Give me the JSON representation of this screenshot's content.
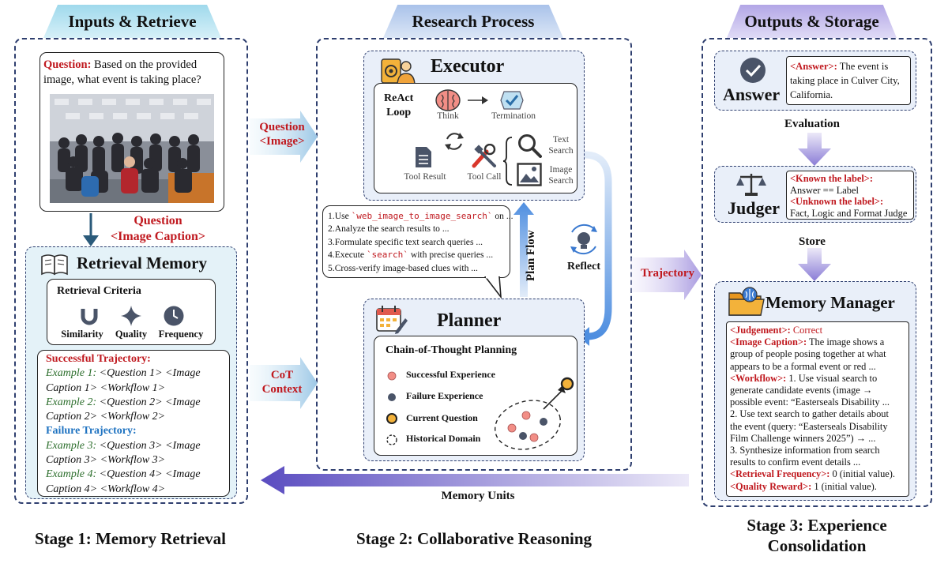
{
  "tabs": {
    "inputs": "Inputs & Retrieve",
    "research": "Research Process",
    "outputs": "Outputs & Storage"
  },
  "stages": {
    "s1": "Stage 1: Memory Retrieval",
    "s2": "Stage 2: Collaborative Reasoning",
    "s3a": "Stage 3: Experience",
    "s3b": "Consolidation"
  },
  "question": {
    "label": "Question:",
    "text": "Based on the provided image, what event is taking place?"
  },
  "arrows": {
    "q_caption_1": "Question",
    "q_caption_2": "<Image Caption>",
    "q_image_1": "Question",
    "q_image_2": "<Image>",
    "cot_1": "CoT",
    "cot_2": "Context",
    "trajectory": "Trajectory",
    "memory_units": "Memory Units",
    "plan_flow": "Plan Flow",
    "reflect": "Reflect",
    "evaluation": "Evaluation",
    "store": "Store"
  },
  "retrieval": {
    "title": "Retrieval Memory",
    "criteria_title": "Retrieval Criteria",
    "criteria": [
      "Similarity",
      "Quality",
      "Frequency"
    ],
    "success_title": "Successful Trajectory:",
    "failure_title": "Failure Trajectory:",
    "examples": [
      {
        "label": "Example 1:",
        "l1": "<Question 1> <Image",
        "l2": "Caption 1> <Workflow 1>"
      },
      {
        "label": "Example 2:",
        "l1": "<Question 2> <Image",
        "l2": "Caption 2> <Workflow 2>"
      },
      {
        "label": "Example 3:",
        "l1": "<Question 3> <Image",
        "l2": "Caption 3> <Workflow 3>"
      },
      {
        "label": "Example 4:",
        "l1": "<Question 4> <Image",
        "l2": "Caption 4> <Workflow 4>"
      }
    ]
  },
  "executor": {
    "title": "Executor",
    "react_1": "ReAct",
    "react_2": "Loop",
    "think": "Think",
    "termination": "Termination",
    "tool_result": "Tool Result",
    "tool_call": "Tool Call",
    "text_search_1": "Text",
    "text_search_2": "Search",
    "image_search_1": "Image",
    "image_search_2": "Search"
  },
  "plan_steps": {
    "s1_pre": "1.Use ",
    "s1_code": "`web_image_to_image_search`",
    "s1_post": " on ...",
    "s2": "2.Analyze the search results to ...",
    "s3": "3.Formulate specific text search queries ...",
    "s4_pre": "4.Execute ",
    "s4_code": "`search`",
    "s4_post": " with precise queries ...",
    "s5": "5.Cross-verify image-based clues with ..."
  },
  "planner": {
    "title": "Planner",
    "cot_title": "Chain-of-Thought Planning",
    "legend": [
      "Successful Experience",
      "Failure Experience",
      "Current Question",
      "Historical Domain"
    ]
  },
  "answer": {
    "title": "Answer",
    "tag": "<Answer>:",
    "text1": " The event is",
    "text2": "taking place in Culver City,",
    "text3": "California."
  },
  "judger": {
    "title": "Judger",
    "known": "<Known the label>:",
    "known_rule": "Answer == Label",
    "unknown": "<Unknown the label>:",
    "unknown_rule": "Fact, Logic and Format Judge"
  },
  "memory_manager": {
    "title": "Memory Manager",
    "judgement_tag": "<Judgement>:",
    "judgement_val": " Correct",
    "caption_tag": "<Image Caption>:",
    "caption_1": " The image shows a",
    "caption_2": "group of people posing together at what",
    "caption_3": "appears to be a formal event or red ...",
    "workflow_tag": "<Workflow>:",
    "workflow_1": " 1. Use visual search to",
    "workflow_2": "generate candidate events (image →",
    "workflow_3": "possible event: “Easterseals Disability ...",
    "workflow_4": "2. Use text search to gather details about",
    "workflow_5": "the event (query: “Easterseals Disability",
    "workflow_6": "Film Challenge winners 2025”) → ...",
    "workflow_7": "3. Synthesize information from search",
    "workflow_8": "results to confirm event details ...",
    "freq_tag": "<Retrieval Frequency>:",
    "freq_val": " 0 (initial value).",
    "quality_tag": "<Quality Reward>:",
    "quality_val": " 1 (initial value)."
  },
  "colors": {
    "tab_left": "#bfe6f2",
    "tab_mid": "#c9d9f2",
    "tab_right": "#cfc8ef",
    "panel_fill": "#e9eff9",
    "accent_red": "#c0191f",
    "accent_blue": "#1f73c1"
  }
}
